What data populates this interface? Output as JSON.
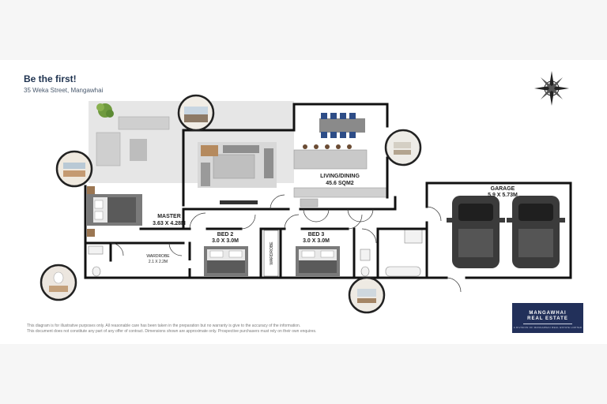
{
  "header": {
    "title": "Be the first!",
    "address": "35 Weka Street, Mangawhai"
  },
  "rooms": {
    "living_name": "LIVING/DINING",
    "living_size": "45.6 SQM2",
    "garage_name": "GARAGE",
    "garage_size": "5.9 X 5.73M",
    "master_name": "MASTER",
    "master_size": "3.63 X 4.28M",
    "bed2_name": "BED 2",
    "bed2_size": "3.0 X 3.0M",
    "bed3_name": "BED 3",
    "bed3_size": "3.0 X 3.0M",
    "wardrobe_name": "WARDROBE",
    "wardrobe_size": "2.1 X 2.2M",
    "wardrobe_small": "WARDROBE"
  },
  "disclaimer": {
    "line1": "This diagram is for illustrative purposes only. All reasonable care has been taken in the preparation but no warranty is give to the accuracy of the information.",
    "line2": "This document does not constitute any part of any offer of contract. Dimensions shown are approximate only. Prospective purchasers must rely on their own enquires."
  },
  "brand": {
    "line1": "MANGAWHAI",
    "line2": "REAL ESTATE",
    "tagline": "A DIVISION OF MANGAWHAI REAL ESTATE LIMITED"
  },
  "icons": {
    "compass": "compass-rose-icon",
    "camera": "photo-thumbnail-icon"
  },
  "colors": {
    "wall": "#111111",
    "deck": "#e6e6e6",
    "brand": "#22305a",
    "title": "#1f3350"
  }
}
